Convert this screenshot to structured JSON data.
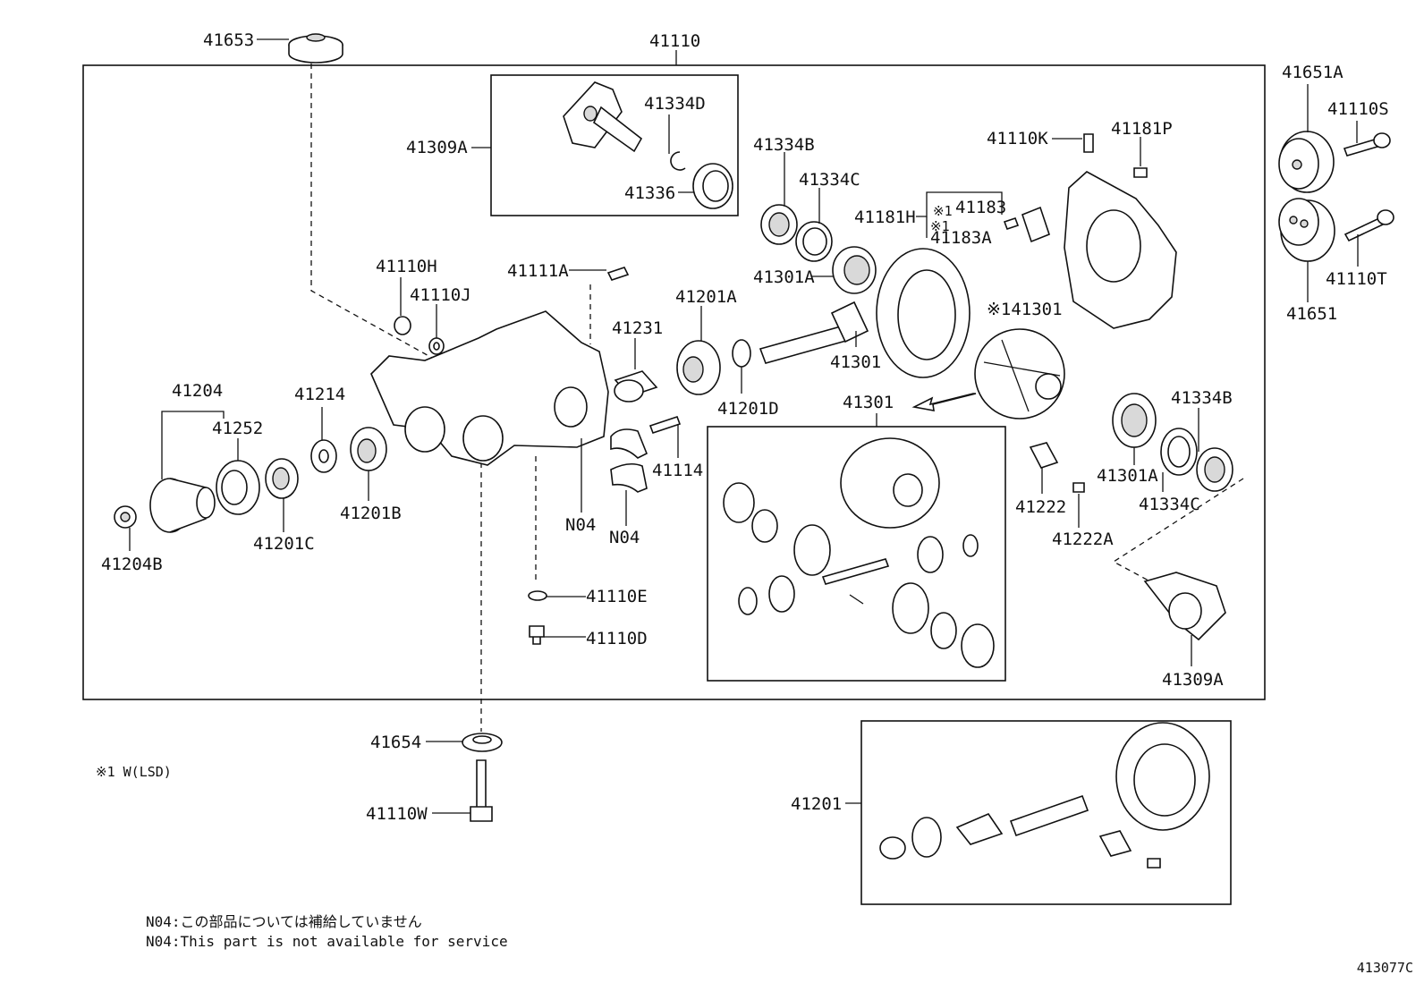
{
  "labels": {
    "p41653": "41653",
    "p41110": "41110",
    "p41651A": "41651A",
    "p41110S": "41110S",
    "p41651": "41651",
    "p41110T": "41110T",
    "p41309A_top": "41309A",
    "p41334D": "41334D",
    "p41336": "41336",
    "p41334B_top": "41334B",
    "p41334C_top": "41334C",
    "p41110K": "41110K",
    "p41181P": "41181P",
    "p41181H": "41181H",
    "p41183": "41183",
    "p41183A": "41183A",
    "mark1_a": "※1",
    "mark1_b": "※1",
    "p41301A_top": "41301A",
    "p41111A": "41111A",
    "p41110H": "41110H",
    "p41110J": "41110J",
    "p41231": "41231",
    "p41201A": "41201A",
    "p41301_pinion": "41301",
    "p41301_lsd": "※141301",
    "p41201D": "41201D",
    "p41301_box": "41301",
    "p41204": "41204",
    "p41252": "41252",
    "p41214": "41214",
    "p41201B": "41201B",
    "p41201C": "41201C",
    "p41204B": "41204B",
    "p41114": "41114",
    "n04_a": "N04",
    "n04_b": "N04",
    "p41110E": "41110E",
    "p41110D": "41110D",
    "p41222": "41222",
    "p41222A": "41222A",
    "p41301A_right": "41301A",
    "p41334B_right": "41334B",
    "p41334C_right": "41334C",
    "p41309A_right": "41309A",
    "p41654": "41654",
    "p41110W": "41110W",
    "p41201": "41201"
  },
  "legend": "※1 W(LSD)",
  "notes": [
    "N04:この部品については補給していません",
    "N04:This part is not available for service"
  ],
  "diagram_code": "413077C"
}
